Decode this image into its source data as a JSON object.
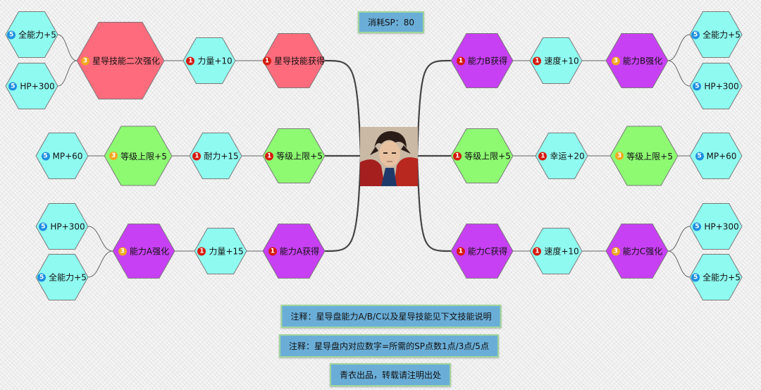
{
  "header": {
    "sp_cost": "消耗SP：80"
  },
  "center": {
    "avatar_alt": ""
  },
  "nodes": {
    "t_l1": {
      "badge": "1",
      "label": "星导技能获得",
      "color": "#fd6b7c"
    },
    "t_l2": {
      "badge": "1",
      "label": "力量+10",
      "color": "#8ffbf0"
    },
    "t_l3": {
      "badge": "3",
      "label": "星导技能二次强化",
      "color": "#fd6b7c"
    },
    "t_l4a": {
      "badge": "5",
      "label": "全能力+5",
      "color": "#8ffbf0"
    },
    "t_l4b": {
      "badge": "5",
      "label": "HP+300",
      "color": "#8ffbf0"
    },
    "m_l1": {
      "badge": "1",
      "label": "等级上限+5",
      "color": "#8dfa72"
    },
    "m_l2": {
      "badge": "1",
      "label": "耐力+15",
      "color": "#8ffbf0"
    },
    "m_l3": {
      "badge": "3",
      "label": "等级上限+5",
      "color": "#8dfa72"
    },
    "m_l4": {
      "badge": "5",
      "label": "MP+60",
      "color": "#8ffbf0"
    },
    "b_l1": {
      "badge": "1",
      "label": "能力A获得",
      "color": "#c740f3"
    },
    "b_l2": {
      "badge": "1",
      "label": "力量+15",
      "color": "#8ffbf0"
    },
    "b_l3": {
      "badge": "3",
      "label": "能力A强化",
      "color": "#c740f3"
    },
    "b_l4a": {
      "badge": "5",
      "label": "HP+300",
      "color": "#8ffbf0"
    },
    "b_l4b": {
      "badge": "5",
      "label": "全能力+5",
      "color": "#8ffbf0"
    },
    "t_r1": {
      "badge": "1",
      "label": "能力B获得",
      "color": "#c740f3"
    },
    "t_r2": {
      "badge": "1",
      "label": "速度+10",
      "color": "#8ffbf0"
    },
    "t_r3": {
      "badge": "3",
      "label": "能力B强化",
      "color": "#c740f3"
    },
    "t_r4a": {
      "badge": "5",
      "label": "全能力+5",
      "color": "#8ffbf0"
    },
    "t_r4b": {
      "badge": "5",
      "label": "HP+300",
      "color": "#8ffbf0"
    },
    "m_r1": {
      "badge": "1",
      "label": "等级上限+5",
      "color": "#8dfa72"
    },
    "m_r2": {
      "badge": "1",
      "label": "幸运+20",
      "color": "#8ffbf0"
    },
    "m_r3": {
      "badge": "3",
      "label": "等级上限+5",
      "color": "#8dfa72"
    },
    "m_r4": {
      "badge": "5",
      "label": "MP+60",
      "color": "#8ffbf0"
    },
    "b_r1": {
      "badge": "1",
      "label": "能力C获得",
      "color": "#c740f3"
    },
    "b_r2": {
      "badge": "1",
      "label": "速度+10",
      "color": "#8ffbf0"
    },
    "b_r3": {
      "badge": "3",
      "label": "能力C强化",
      "color": "#c740f3"
    },
    "b_r4a": {
      "badge": "5",
      "label": "HP+300",
      "color": "#8ffbf0"
    },
    "b_r4b": {
      "badge": "5",
      "label": "全能力+5",
      "color": "#8ffbf0"
    }
  },
  "notes": {
    "note1": "注释：星导盘能力A/B/C以及星导技能见下文技能说明",
    "note2": "注释：星导盘内对应数字=所需的SP点数1点/3点/5点",
    "credit": "青衣出品，转载请注明出处"
  },
  "colors": {
    "hex_border": "#7a7a7a",
    "note_bg": "#6aaed8",
    "note_border": "#9fd59b",
    "connector": "#444444"
  }
}
